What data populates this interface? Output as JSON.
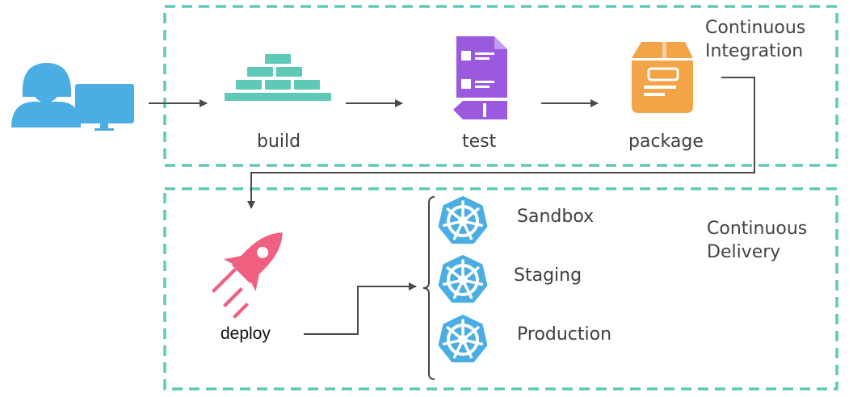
{
  "colors": {
    "frame": "#5ec9b6",
    "arrow": "#4a4a4a",
    "user": "#4baee3",
    "build": "#5ec9b6",
    "test": "#9b59e0",
    "package": "#f2a446",
    "rocket": "#ef5f80",
    "helm": "#4baee3"
  },
  "ci": {
    "title_line1": "Continuous",
    "title_line2": "Integration",
    "steps": [
      {
        "label": "build",
        "icon": "bricks-icon"
      },
      {
        "label": "test",
        "icon": "document-icon"
      },
      {
        "label": "package",
        "icon": "box-icon"
      }
    ]
  },
  "cd": {
    "title_line1": "Continuous",
    "title_line2": "Delivery",
    "deploy_label": "deploy",
    "environments": [
      {
        "label": "Sandbox",
        "icon": "kubernetes-helm-icon"
      },
      {
        "label": "Staging",
        "icon": "kubernetes-helm-icon"
      },
      {
        "label": "Production",
        "icon": "kubernetes-helm-icon"
      }
    ]
  },
  "user": {
    "icon": "developer-computer-icon"
  }
}
